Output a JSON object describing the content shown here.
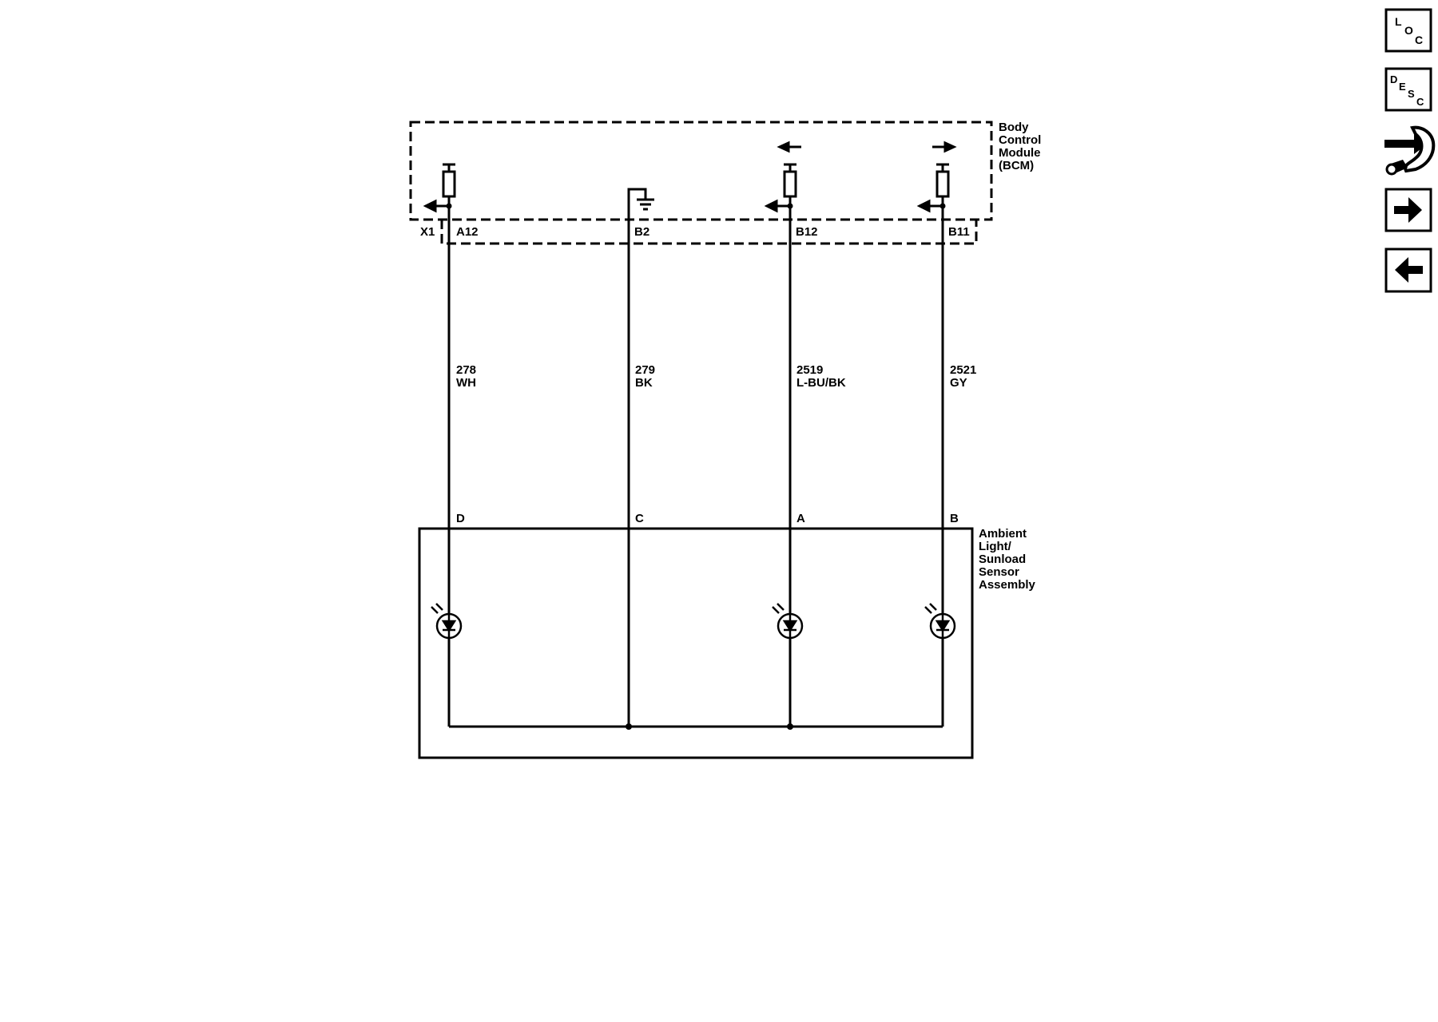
{
  "bcm": {
    "name_lines": [
      "Body",
      "Control",
      "Module",
      "(BCM)"
    ],
    "connector": "X1",
    "pins": [
      "A12",
      "B2",
      "B12",
      "B11"
    ]
  },
  "wires": [
    {
      "circuit": "278",
      "color": "WH"
    },
    {
      "circuit": "279",
      "color": "BK"
    },
    {
      "circuit": "2519",
      "color": "L-BU/BK"
    },
    {
      "circuit": "2521",
      "color": "GY"
    }
  ],
  "sensor": {
    "name_lines": [
      "Ambient",
      "Light/",
      "Sunload",
      "Sensor",
      "Assembly"
    ],
    "pins": [
      "D",
      "C",
      "A",
      "B"
    ]
  },
  "nav": {
    "loc": {
      "letters": [
        "L",
        "O",
        "C"
      ]
    },
    "desc": {
      "letters": [
        "D",
        "E",
        "S",
        "C"
      ]
    },
    "icons": [
      "location-button",
      "description-button",
      "connector-tool-icon",
      "next-arrow-icon",
      "previous-arrow-icon"
    ]
  }
}
